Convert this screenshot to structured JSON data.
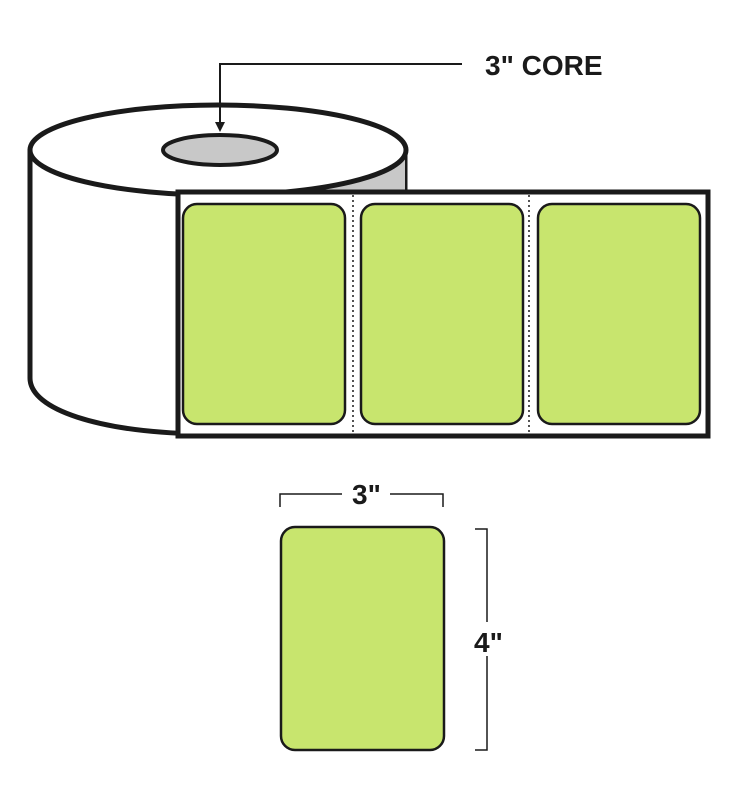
{
  "core_label": "3\" CORE",
  "width_label": "3\"",
  "height_label": "4\"",
  "label_color": "#c8e56e",
  "outline_color": "#1a1a1a",
  "core_color": "#c8c8c8",
  "roll_labels_count": 3
}
